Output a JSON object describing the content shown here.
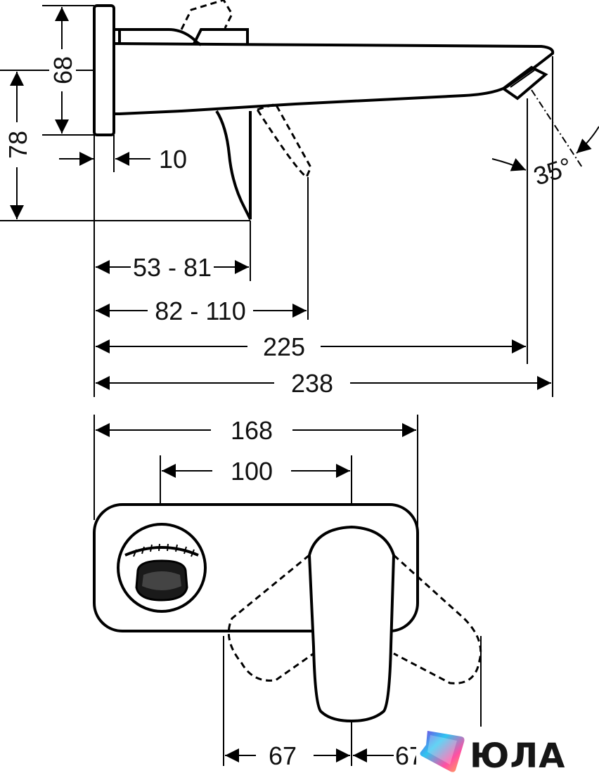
{
  "dimensions": {
    "d68": "68",
    "d78": "78",
    "d10": "10",
    "d53_81": "53 - 81",
    "d82_110": "82 - 110",
    "d225": "225",
    "d238": "238",
    "angle35": "35°",
    "d168": "168",
    "d100": "100",
    "d67_left": "67",
    "d67_right": "67"
  },
  "watermark": {
    "brand": "ЮЛА",
    "logo_icon": "yula-star-icon",
    "colors": [
      "#7b3fe4",
      "#2ec5f0",
      "#ff4fa3",
      "#ffb347"
    ]
  }
}
